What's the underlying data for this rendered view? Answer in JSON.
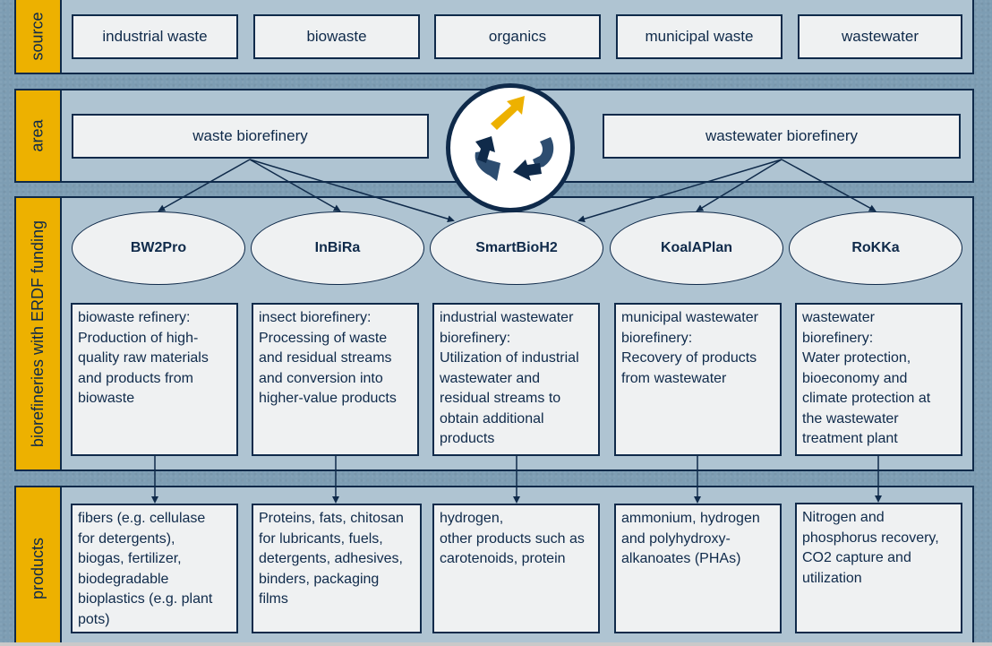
{
  "bands": {
    "source": {
      "label": "source",
      "items": [
        "industrial waste",
        "biowaste",
        "organics",
        "municipal waste",
        "wastewater"
      ]
    },
    "area": {
      "label": "area",
      "items": [
        "waste biorefinery",
        "wastewater biorefinery"
      ],
      "logo_icon": "recycling-arrows-icon"
    },
    "biorefineries": {
      "label": "biorefineries with ERDF funding",
      "projects": [
        {
          "name": "BW2Pro",
          "description": "biowaste refinery:\nProduction of high-\nquality raw materials\nand products from\nbiowaste"
        },
        {
          "name": "InBiRa",
          "description": "insect biorefinery:\nProcessing of waste\nand residual streams\nand conversion into\nhigher-value products"
        },
        {
          "name": "SmartBioH2",
          "description": "industrial wastewater\nbiorefinery:\nUtilization of industrial\nwastewater and\nresidual streams to\nobtain additional\nproducts"
        },
        {
          "name": "KoalAPlan",
          "description": "municipal wastewater\nbiorefinery:\nRecovery of products\nfrom wastewater"
        },
        {
          "name": "RoKKa",
          "description": "wastewater\nbiorefinery:\nWater protection,\nbioeconomy and\nclimate protection at\nthe wastewater\ntreatment plant"
        }
      ]
    },
    "products": {
      "label": "products",
      "items": [
        "fibers (e.g. cellulase\nfor detergents),\nbiogas, fertilizer,\nbiodegradable\nbioplastics (e.g. plant\npots)",
        "Proteins, fats, chitosan\nfor lubricants, fuels,\ndetergents, adhesives,\nbinders, packaging\nfilms",
        "hydrogen,\nother products such as\ncarotenoids, protein",
        "ammonium, hydrogen\nand polyhydroxy-\nalkanoates (PHAs)",
        "Nitrogen and\nphosphorus recovery,\nCO2 capture and\nutilization"
      ]
    }
  },
  "connections": {
    "waste biorefinery": [
      "BW2Pro",
      "InBiRa",
      "SmartBioH2"
    ],
    "wastewater biorefinery": [
      "SmartBioH2",
      "KoalAPlan",
      "RoKKa"
    ]
  },
  "colors": {
    "label_bg": "#edb100",
    "band_bg": "#afc4d2",
    "box_bg": "#eff1f2",
    "ink": "#0f2a4a",
    "logo_accent": "#edb100",
    "logo_dark": "#0f2a4a",
    "logo_mid": "#2d4d70"
  }
}
